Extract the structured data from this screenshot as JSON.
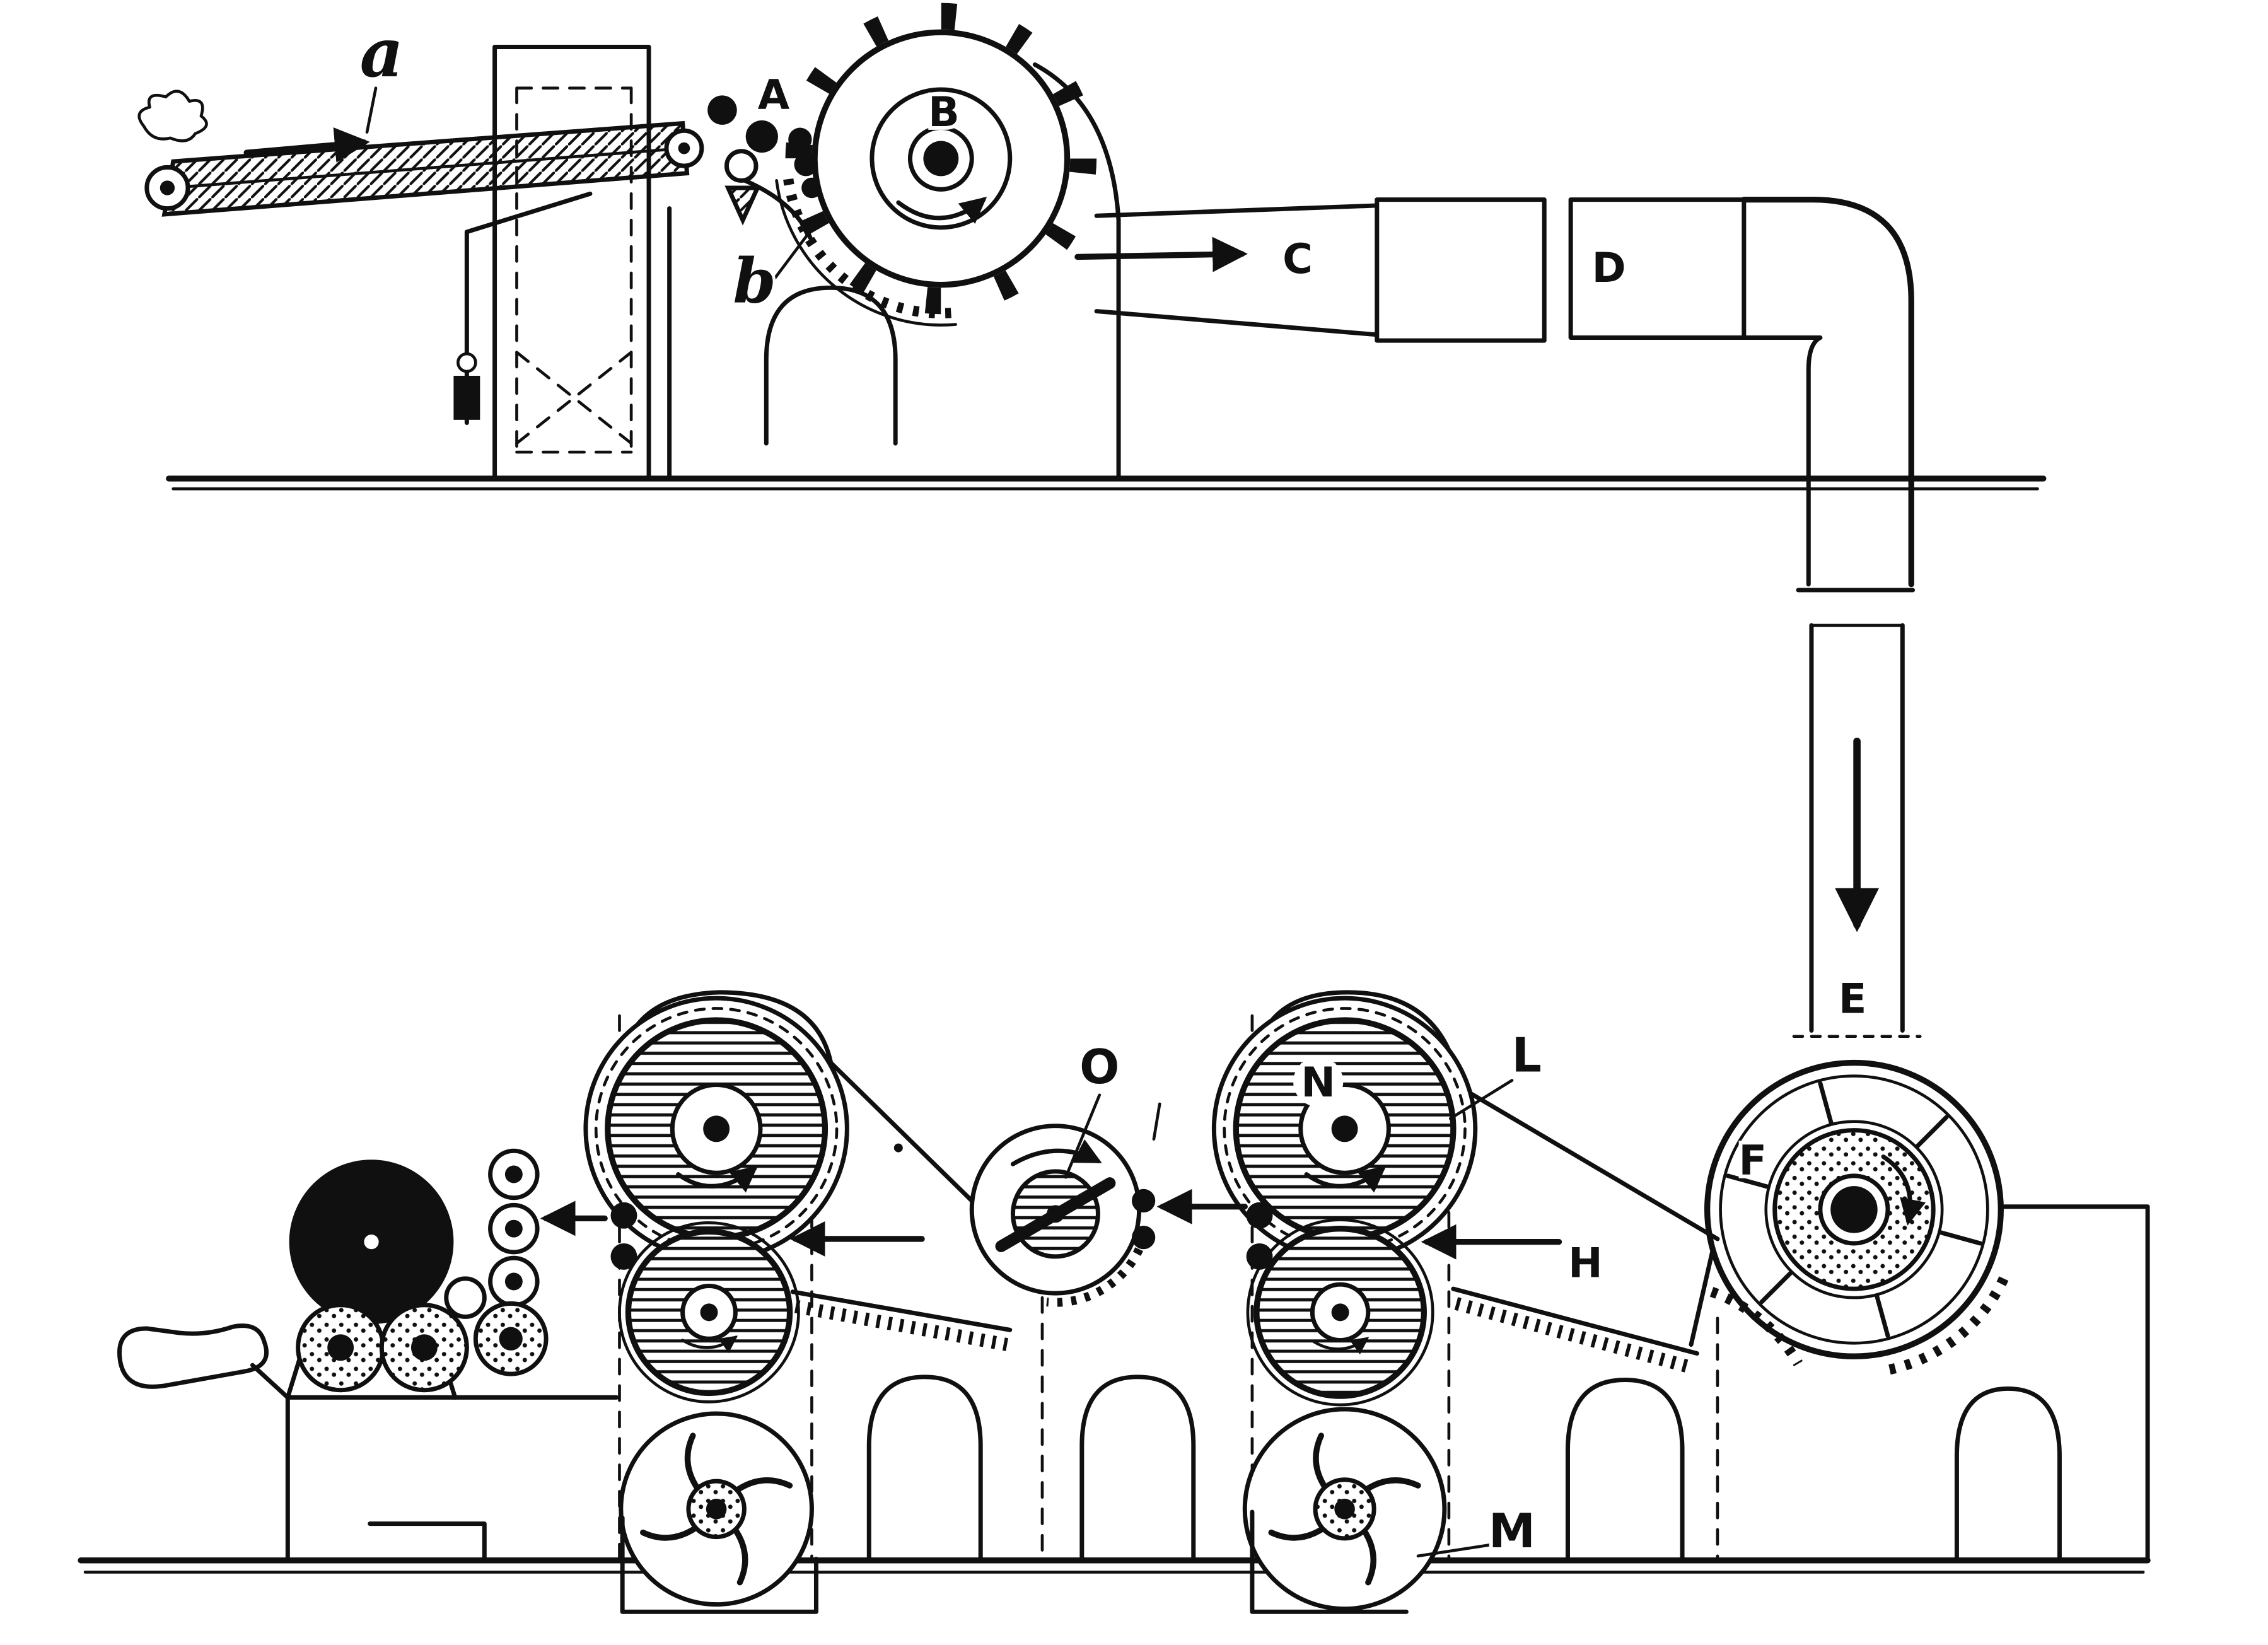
{
  "figure": {
    "background_color": "#ffffff",
    "ink_color": "#101010"
  },
  "labels": {
    "apron": "a",
    "feed_rollers": "A",
    "beater": "B",
    "grid": "b",
    "duct_c": "C",
    "duct_d": "D",
    "trunk_e": "E",
    "drum_f": "F",
    "comb_h": "H",
    "case_l": "L",
    "fan_m": "M",
    "cylinder_n": "N",
    "roller_o": "O"
  }
}
